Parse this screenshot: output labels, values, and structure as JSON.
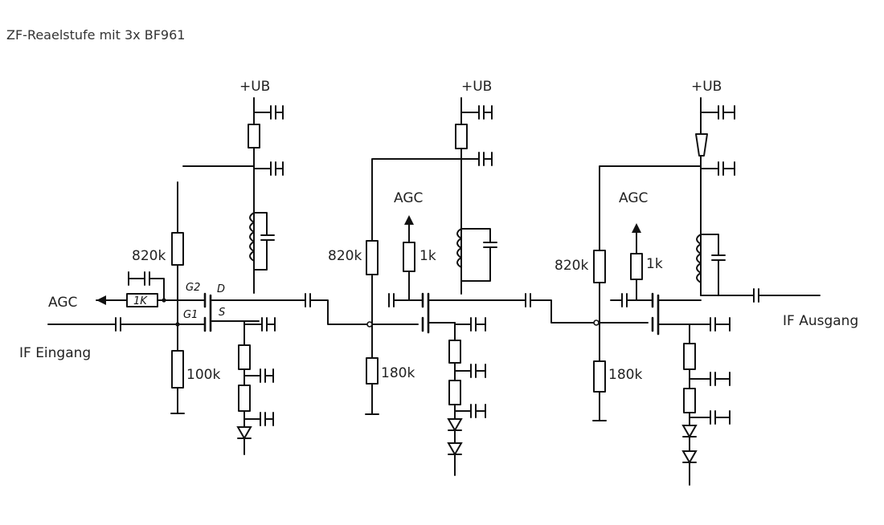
{
  "title": "ZF-Reaelstufe mit 3x BF961",
  "supply_label": "+UB",
  "agc_label": "AGC",
  "input_label": "IF Eingang",
  "output_label": "IF Ausgang",
  "stage1": {
    "r_gate_top": "820k",
    "r_gate_bottom": "100k",
    "r_agc": "1K",
    "pin_g2": "G2",
    "pin_g1": "G1",
    "pin_d": "D",
    "pin_s": "S"
  },
  "stage2": {
    "r_gate_top": "820k",
    "r_gate_bottom": "180k",
    "r_agc": "1k"
  },
  "stage3": {
    "r_gate_top": "820k",
    "r_gate_bottom": "180k",
    "r_agc": "1k"
  }
}
